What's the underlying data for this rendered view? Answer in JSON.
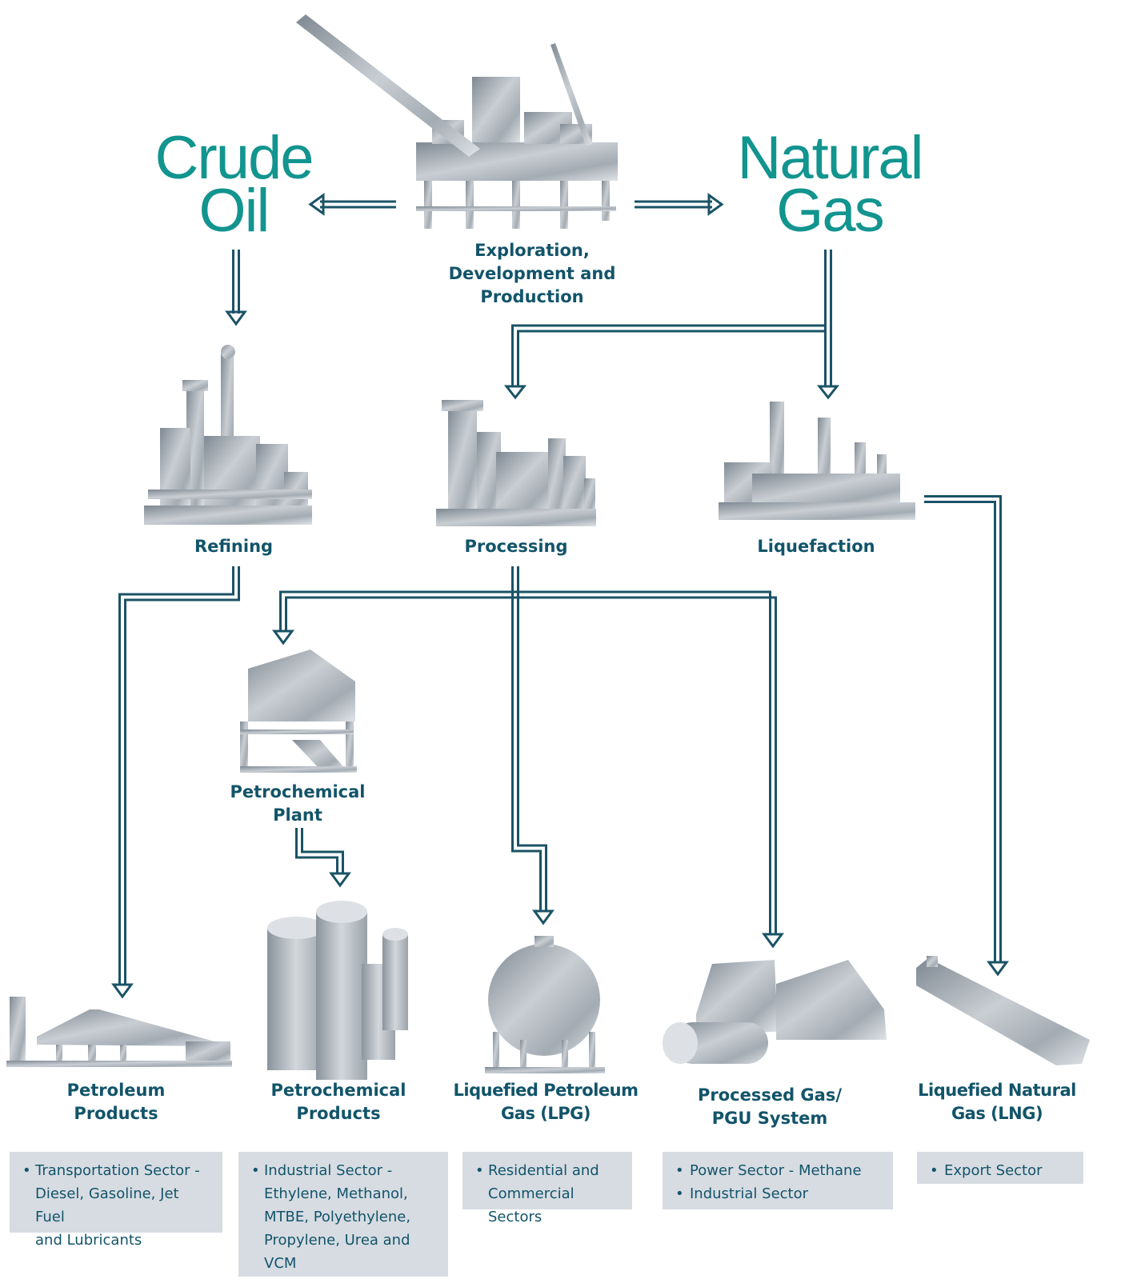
{
  "titles": {
    "crude_oil": [
      "Crude",
      "Oil"
    ],
    "natural_gas": [
      "Natural",
      "Gas"
    ]
  },
  "stages": {
    "exploration": [
      "Exploration,",
      "Development and",
      "Production"
    ],
    "refining": "Refining",
    "processing": "Processing",
    "liquefaction": "Liquefaction",
    "petrochemical_plant": [
      "Petrochemical",
      "Plant"
    ]
  },
  "products": [
    {
      "title": [
        "Petroleum",
        "Products"
      ],
      "uses": [
        "Transportation Sector -",
        "Diesel, Gasoline, Jet Fuel",
        "and Lubricants"
      ]
    },
    {
      "title": [
        "Petrochemical",
        "Products"
      ],
      "uses": [
        "Industrial Sector -",
        "Ethylene, Methanol,",
        "MTBE, Polyethylene,",
        "Propylene, Urea and VCM"
      ]
    },
    {
      "title": [
        "Liquefied Petroleum",
        "Gas (LPG)"
      ],
      "uses": [
        "Residential and",
        "Commercial Sectors"
      ]
    },
    {
      "title": [
        "Processed Gas/",
        "PGU System"
      ],
      "uses": [
        "Power Sector - Methane",
        "Industrial Sector"
      ]
    },
    {
      "title": [
        "Liquefied Natural",
        "Gas (LNG)"
      ],
      "uses": [
        "Export Sector"
      ]
    }
  ],
  "colors": {
    "accent": "#12948f",
    "label": "#12546a",
    "line": "#1a5366",
    "silhouette": "#a9b1ba",
    "usage_box": "#d7dce2"
  },
  "icons": [
    "offshore-platform-icon",
    "refinery-icon",
    "processing-plant-icon",
    "lng-plant-icon",
    "petrochemical-plant-icon",
    "gas-station-icon",
    "pipes-icon",
    "lpg-sphere-tank-icon",
    "gas-pipeline-icon",
    "lng-tanker-icon"
  ]
}
